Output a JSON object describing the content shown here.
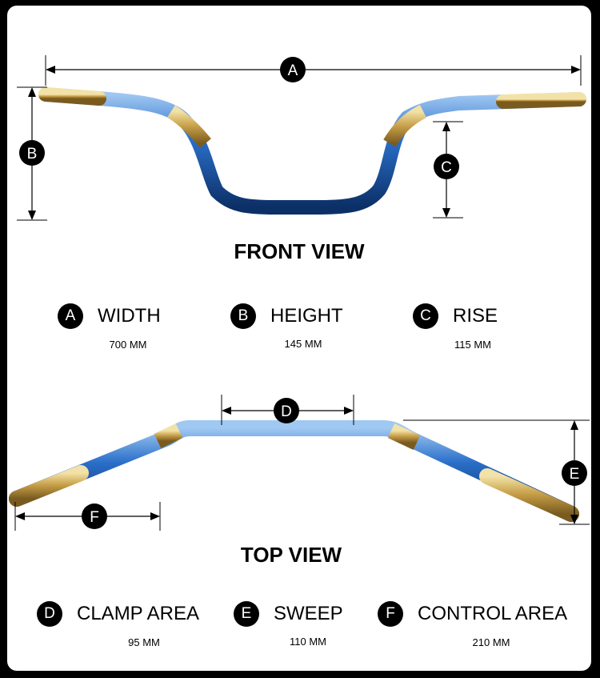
{
  "front_view": {
    "title": "FRONT VIEW",
    "markers": {
      "a": "A",
      "b": "B",
      "c": "C"
    },
    "specs": [
      {
        "badge": "A",
        "label": "WIDTH",
        "value": "700 MM"
      },
      {
        "badge": "B",
        "label": "HEIGHT",
        "value": "145 MM"
      },
      {
        "badge": "C",
        "label": "RISE",
        "value": "115 MM"
      }
    ]
  },
  "top_view": {
    "title": "TOP VIEW",
    "markers": {
      "d": "D",
      "e": "E",
      "f": "F"
    },
    "specs": [
      {
        "badge": "D",
        "label": "CLAMP AREA",
        "value": "95 MM"
      },
      {
        "badge": "E",
        "label": "SWEEP",
        "value": "110 MM"
      },
      {
        "badge": "F",
        "label": "CONTROL AREA",
        "value": "210 MM"
      }
    ]
  },
  "colors": {
    "background": "#000000",
    "card": "#ffffff",
    "gold": "#c9a14a",
    "blue": "#1f5fb5",
    "ink": "#000000"
  }
}
